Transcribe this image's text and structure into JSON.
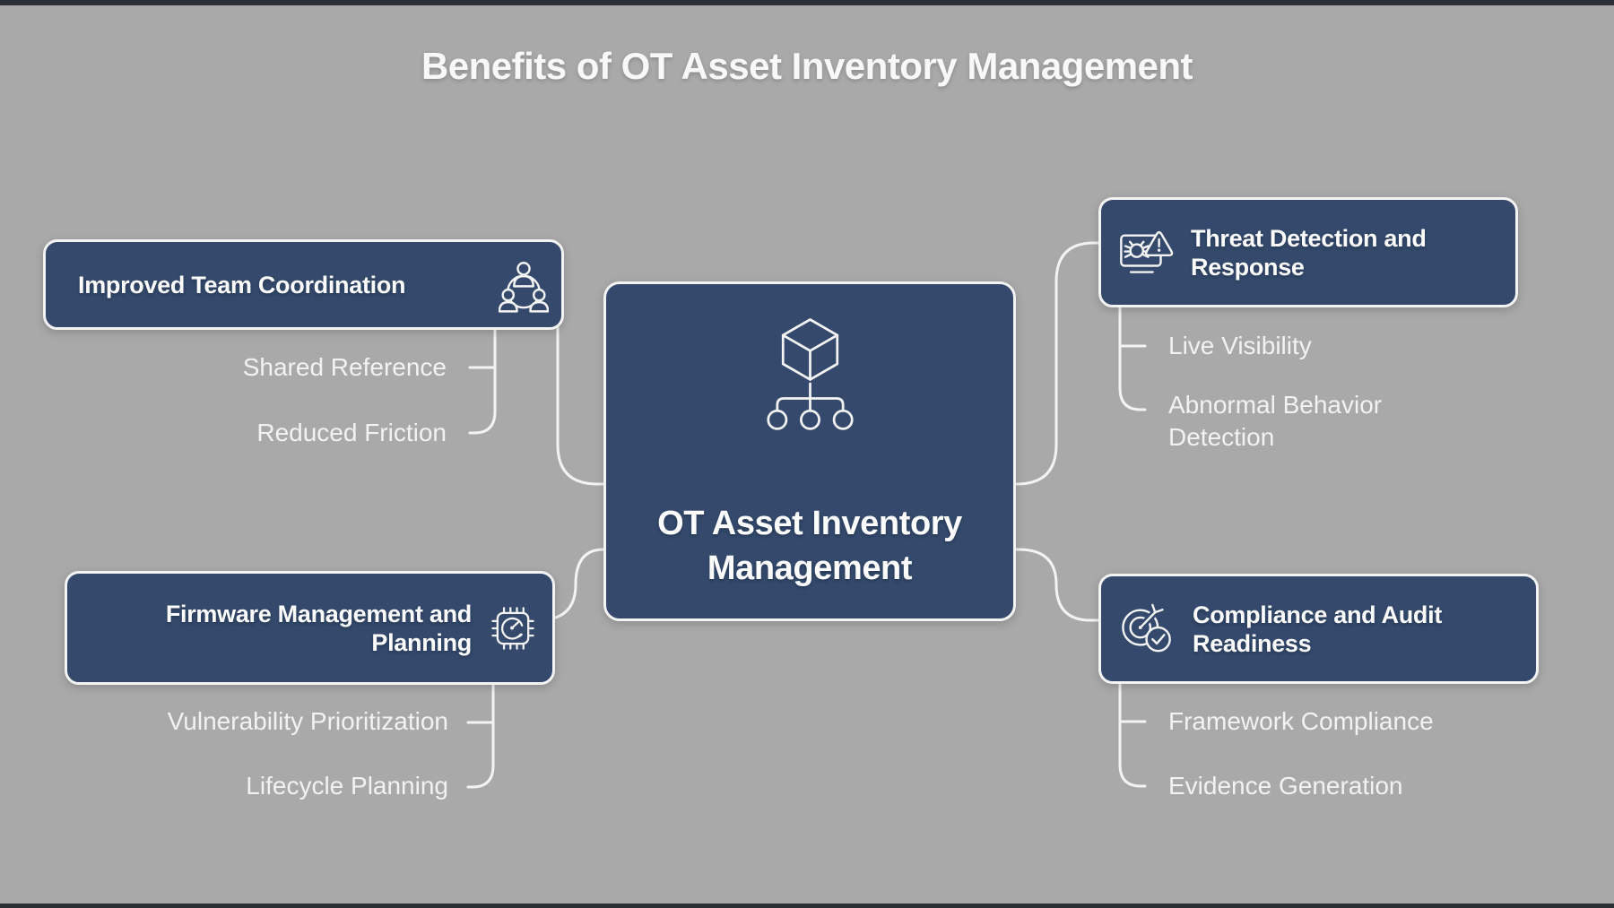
{
  "title": "Benefits of OT Asset Inventory Management",
  "colors": {
    "background": "#a9a9a9",
    "node_fill": "#34496b",
    "node_border": "#f3f3f3",
    "connector": "#f3f3f3",
    "text_light": "#f8f8f8",
    "edge_bar": "#2b2f36"
  },
  "center_node": {
    "label": "OT Asset Inventory\nManagement",
    "icon": "asset-hierarchy-icon"
  },
  "branches": {
    "team": {
      "label": "Improved Team Coordination",
      "icon": "team-network-icon",
      "children": {
        "shared_reference": "Shared Reference",
        "reduced_friction": "Reduced Friction"
      }
    },
    "firmware": {
      "label": "Firmware Management and\nPlanning",
      "icon": "chip-gauge-icon",
      "children": {
        "vulnerability_prioritization": "Vulnerability Prioritization",
        "lifecycle_planning": "Lifecycle Planning"
      }
    },
    "threat": {
      "label": "Threat Detection and\nResponse",
      "icon": "monitor-bug-alert-icon",
      "children": {
        "live_visibility": "Live Visibility",
        "abnormal_behavior": "Abnormal Behavior\nDetection"
      }
    },
    "compliance": {
      "label": "Compliance and Audit\nReadiness",
      "icon": "target-check-icon",
      "children": {
        "framework_compliance": "Framework Compliance",
        "evidence_generation": "Evidence Generation"
      }
    }
  }
}
